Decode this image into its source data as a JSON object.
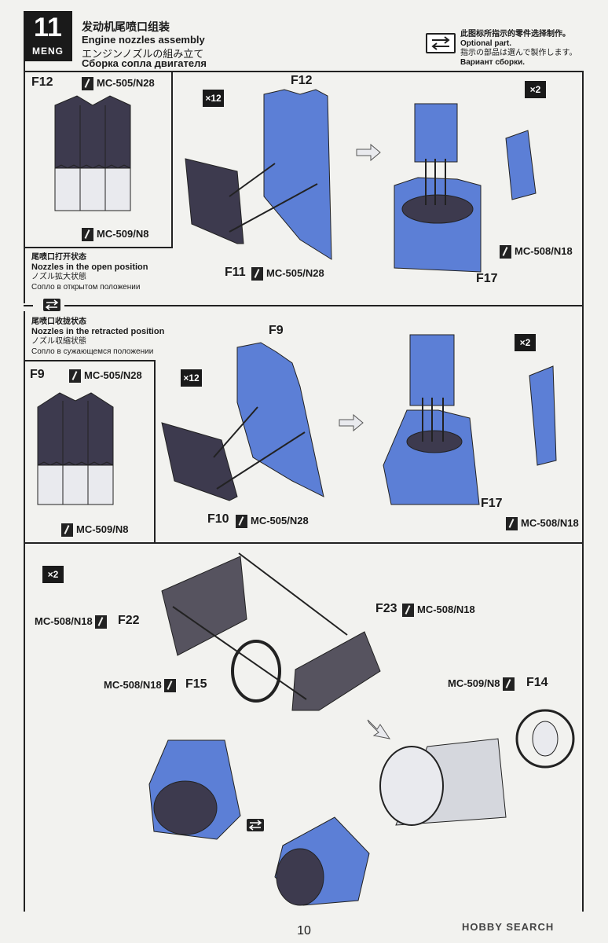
{
  "step": {
    "number": "11",
    "brand": "MENG"
  },
  "titles": {
    "zh": "发动机尾喷口组装",
    "en": "Engine nozzles assembly",
    "ja": "エンジンノズルの組み立て",
    "ru": "Сборка сопла двигателя"
  },
  "optional_note": {
    "zh": "此图标所指示的零件选择制作。",
    "en": "Optional part.",
    "ja": "指示の部品は選んで製作します。",
    "ru": "Вариант сборки."
  },
  "section_open": {
    "part": "F12",
    "paint_top": "MC-505/N28",
    "paint_bottom": "MC-509/N8",
    "mult_left": "×12",
    "part_label_main": "F12",
    "part_label_small": "F11",
    "paint_f11": "MC-505/N28",
    "mult_right": "×2",
    "paint_f17": "MC-508/N18",
    "part_f17": "F17",
    "caption_zh": "尾喷口打开状态",
    "caption_en": "Nozzles in the open position",
    "caption_ja": "ノズル拡大状態",
    "caption_ru": "Сопло в открытом положении"
  },
  "section_retracted": {
    "caption_zh": "尾喷口收拢状态",
    "caption_en": "Nozzles in the retracted position",
    "caption_ja": "ノズル収縮状態",
    "caption_ru": "Сопло в сужающемся положении",
    "part": "F9",
    "paint_top": "MC-505/N28",
    "paint_bottom": "MC-509/N8",
    "mult_left": "×12",
    "part_label_main": "F9",
    "part_label_small": "F10",
    "paint_f10": "MC-505/N28",
    "mult_right": "×2",
    "part_f17": "F17",
    "paint_f17": "MC-508/N18"
  },
  "section_assembly": {
    "mult": "×2",
    "f22_paint": "MC-508/N18",
    "f22": "F22",
    "f23": "F23",
    "f23_paint": "MC-508/N18",
    "f15_paint": "MC-508/N18",
    "f15": "F15",
    "f14_paint": "MC-509/N8",
    "f14": "F14"
  },
  "footer": {
    "page": "10",
    "watermark": "HOBBY SEARCH"
  },
  "colors": {
    "blue": "#5c7fd6",
    "dark": "#3d3a4e",
    "grey": "#c9cbd2",
    "ink": "#1a1a1a"
  }
}
